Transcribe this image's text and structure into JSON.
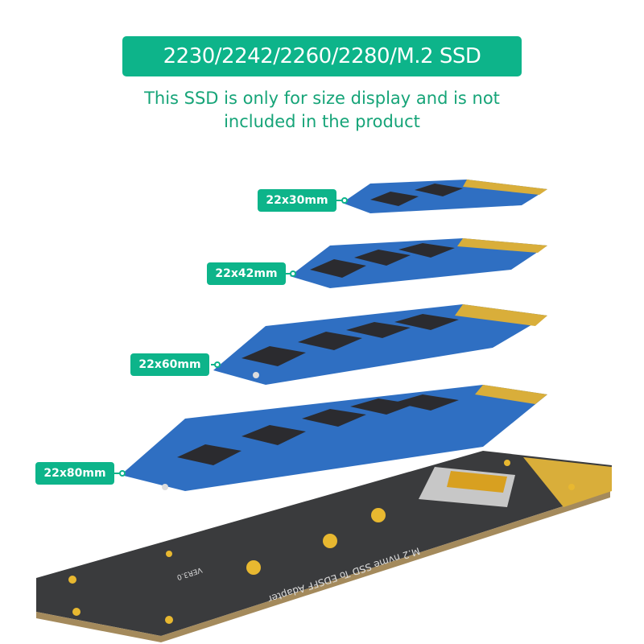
{
  "header": {
    "title": "2230/2242/2260/2280/M.2 SSD",
    "subtitle_line1": "This SSD is only for size display and is not",
    "subtitle_line2": "included in the product"
  },
  "size_labels": [
    "22x30mm",
    "22x42mm",
    "22x60mm",
    "22x80mm"
  ],
  "adapter_board": {
    "silkscreen": "M.2 nvme SSD To EDSFF Adapter",
    "version": "VER3.0"
  },
  "colors": {
    "accent": "#0db48a",
    "subtitle": "#16a478",
    "ssd_pcb": "#2f6fc2",
    "adapter_pcb": "#3a3b3d",
    "gold": "#e8b830"
  }
}
